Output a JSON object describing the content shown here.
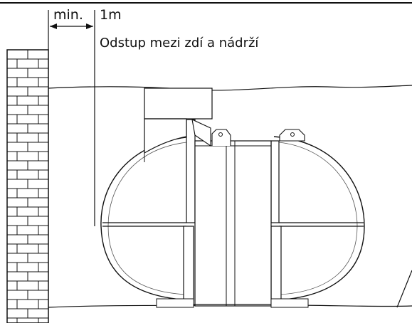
{
  "labels": {
    "min": "min.",
    "distance": "1m",
    "description": "Odstup mezi zdí a nádrží"
  },
  "colors": {
    "line": "#111111",
    "background": "#ffffff"
  },
  "icons": {
    "wall": "brick-wall-icon",
    "tank": "underground-tank-icon",
    "dimension": "dimension-arrows-icon"
  }
}
